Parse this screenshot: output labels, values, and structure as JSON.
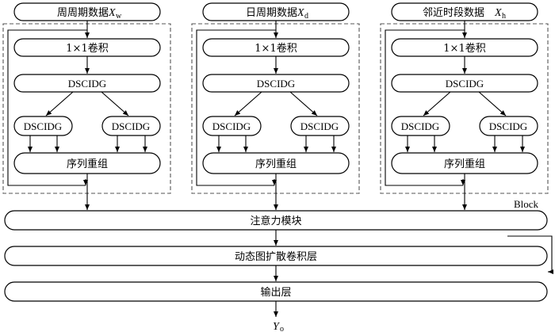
{
  "inputs": [
    {
      "label": "周周期数据",
      "var": "X",
      "sub": "w"
    },
    {
      "label": "日周期数据",
      "var": "X",
      "sub": "d"
    },
    {
      "label": "邻近时段数据",
      "var": "X",
      "sub": "h"
    }
  ],
  "branch": {
    "conv": "1×1卷积",
    "dscidg": "DSCIDG",
    "dscidg_left": "DSCIDG",
    "dscidg_right": "DSCIDG",
    "reorg": "序列重组"
  },
  "block_label": "Block",
  "attention": "注意力模块",
  "dgcn": "动态图扩散卷积层",
  "output_layer": "输出层",
  "output": {
    "var": "Y",
    "sub": "o"
  }
}
